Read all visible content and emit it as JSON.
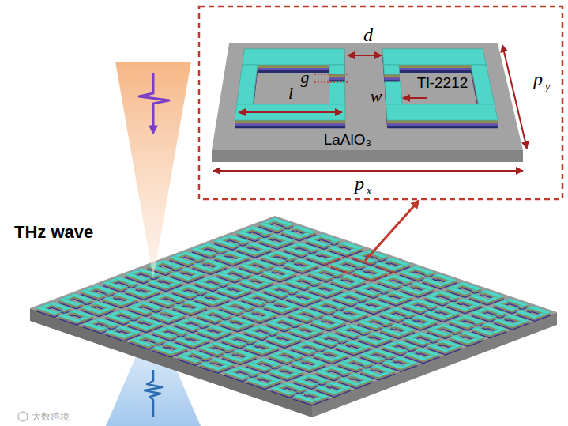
{
  "diagram": {
    "labels": [
      "d",
      "g",
      "w",
      "l",
      "Tl-2212",
      "p",
      "y",
      "LaAlO₃",
      "p",
      "x",
      "THz wave",
      "大数跨境"
    ]
  }
}
